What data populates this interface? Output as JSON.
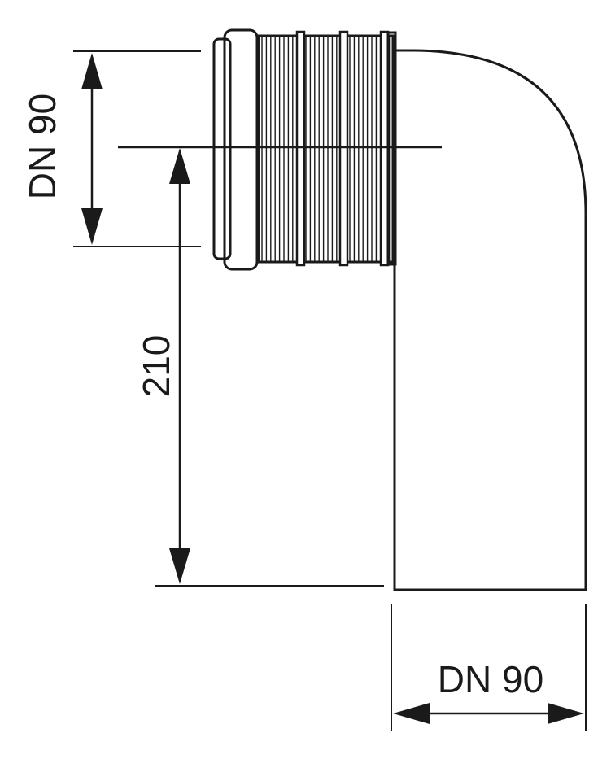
{
  "dimensions": {
    "top_diameter": {
      "label": "DN 90",
      "value": 90,
      "unit": "DN"
    },
    "height": {
      "label": "210",
      "value": 210
    },
    "bottom_diameter": {
      "label": "DN 90",
      "value": 90,
      "unit": "DN"
    }
  },
  "colors": {
    "line": "#1a1a1a",
    "background": "#ffffff"
  }
}
